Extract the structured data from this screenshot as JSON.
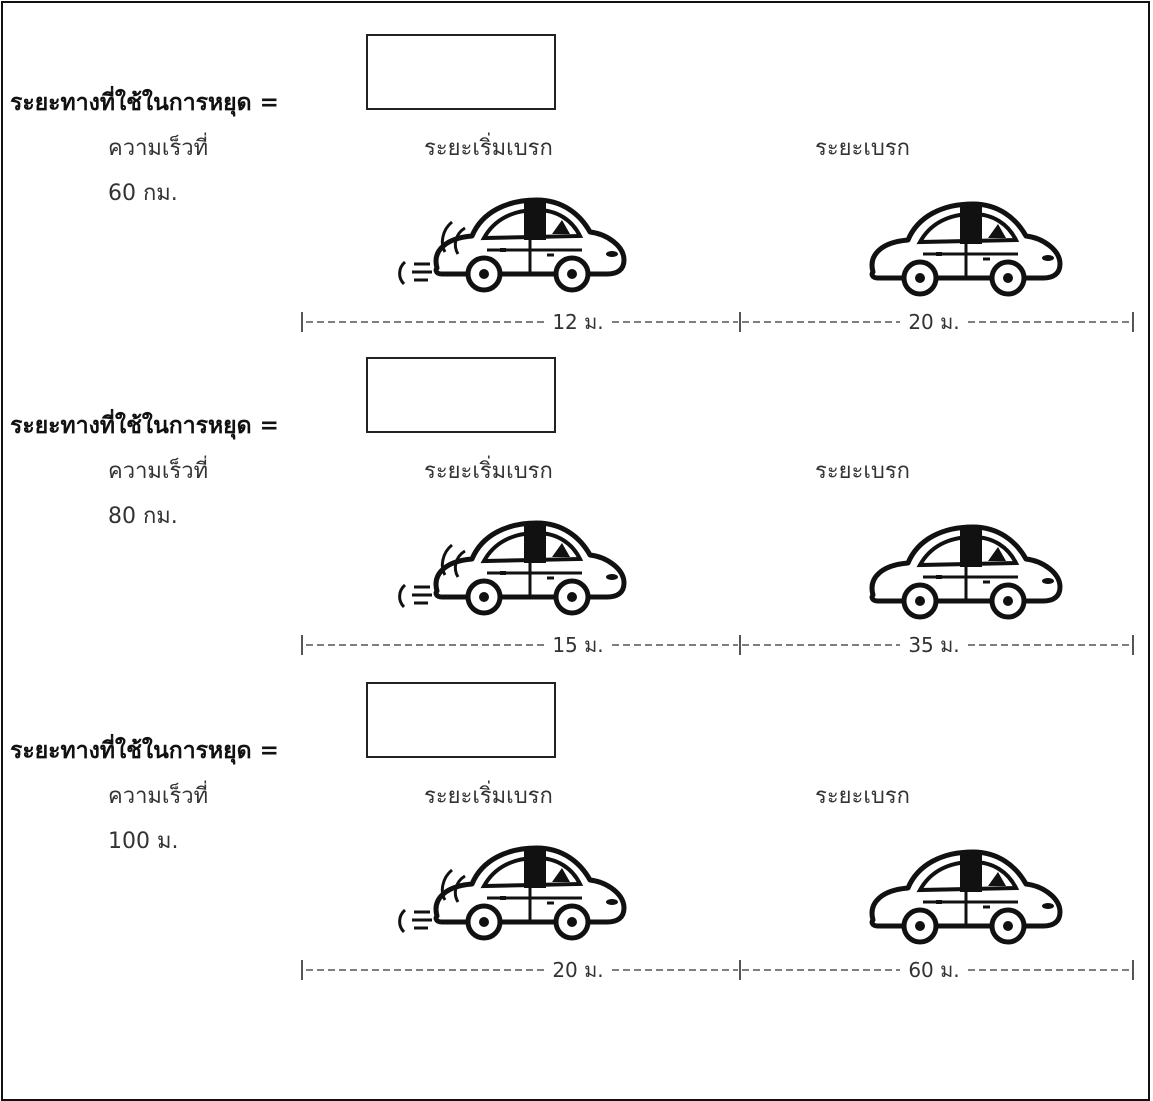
{
  "sections": [
    {
      "title": "ระยะทางที่ใช้ในการหยุด =",
      "speed_label": "ความเร็วที่",
      "speed_value": "60 กม.",
      "reaction_label": "ระยะเริ่มเบรก",
      "braking_label": "ระยะเบรก",
      "reaction_distance": "12 ม.",
      "braking_distance": "20 ม."
    },
    {
      "title": "ระยะทางที่ใช้ในการหยุด =",
      "speed_label": "ความเร็วที่",
      "speed_value": "80 กม.",
      "reaction_label": "ระยะเริ่มเบรก",
      "braking_label": "ระยะเบรก",
      "reaction_distance": "15 ม.",
      "braking_distance": "35 ม."
    },
    {
      "title": "ระยะทางที่ใช้ในการหยุด =",
      "speed_label": "ความเร็วที่",
      "speed_value": "100 ม.",
      "reaction_label": "ระยะเริ่มเบรก",
      "braking_label": "ระยะเบรก",
      "reaction_distance": "20 ม.",
      "braking_distance": "60 ม."
    }
  ],
  "icons": {
    "moving_car": "moving-car-icon",
    "stopped_car": "stopped-car-icon"
  }
}
